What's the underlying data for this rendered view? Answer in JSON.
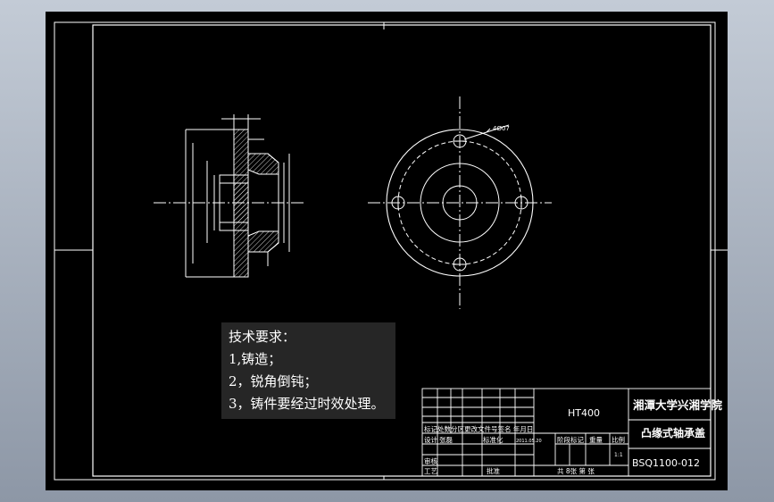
{
  "drawing": {
    "tech_requirements": {
      "heading": "技术要求：",
      "items": [
        "1,铸造；",
        "2，锐角倒钝；",
        "3，铸件要经过时效处理。"
      ]
    },
    "title_block": {
      "material": "HT400",
      "school": "湘潭大学兴湘学院",
      "part_name": "凸缘式轴承盖",
      "drawing_number": "BSQ1100-012",
      "row_labels": "标记处数分区更改文件号签名 年月日",
      "design_label": "设计",
      "designer": "张磊",
      "standardize_label": "标准化",
      "date": "2011.05.20",
      "stage_mark_label": "阶段标记",
      "weight_label": "重量",
      "scale_label": "比例",
      "scale_value": "1:1",
      "review_label": "审核",
      "process_label": "工艺",
      "approve_label": "批准",
      "sheets_label": "共 8张 第 张"
    },
    "annotation": {
      "hole_callout": "4Ø07"
    },
    "colors": {
      "background": "#000000",
      "lines": "#ffffff",
      "frame_outer": "#a9b3c2"
    }
  }
}
